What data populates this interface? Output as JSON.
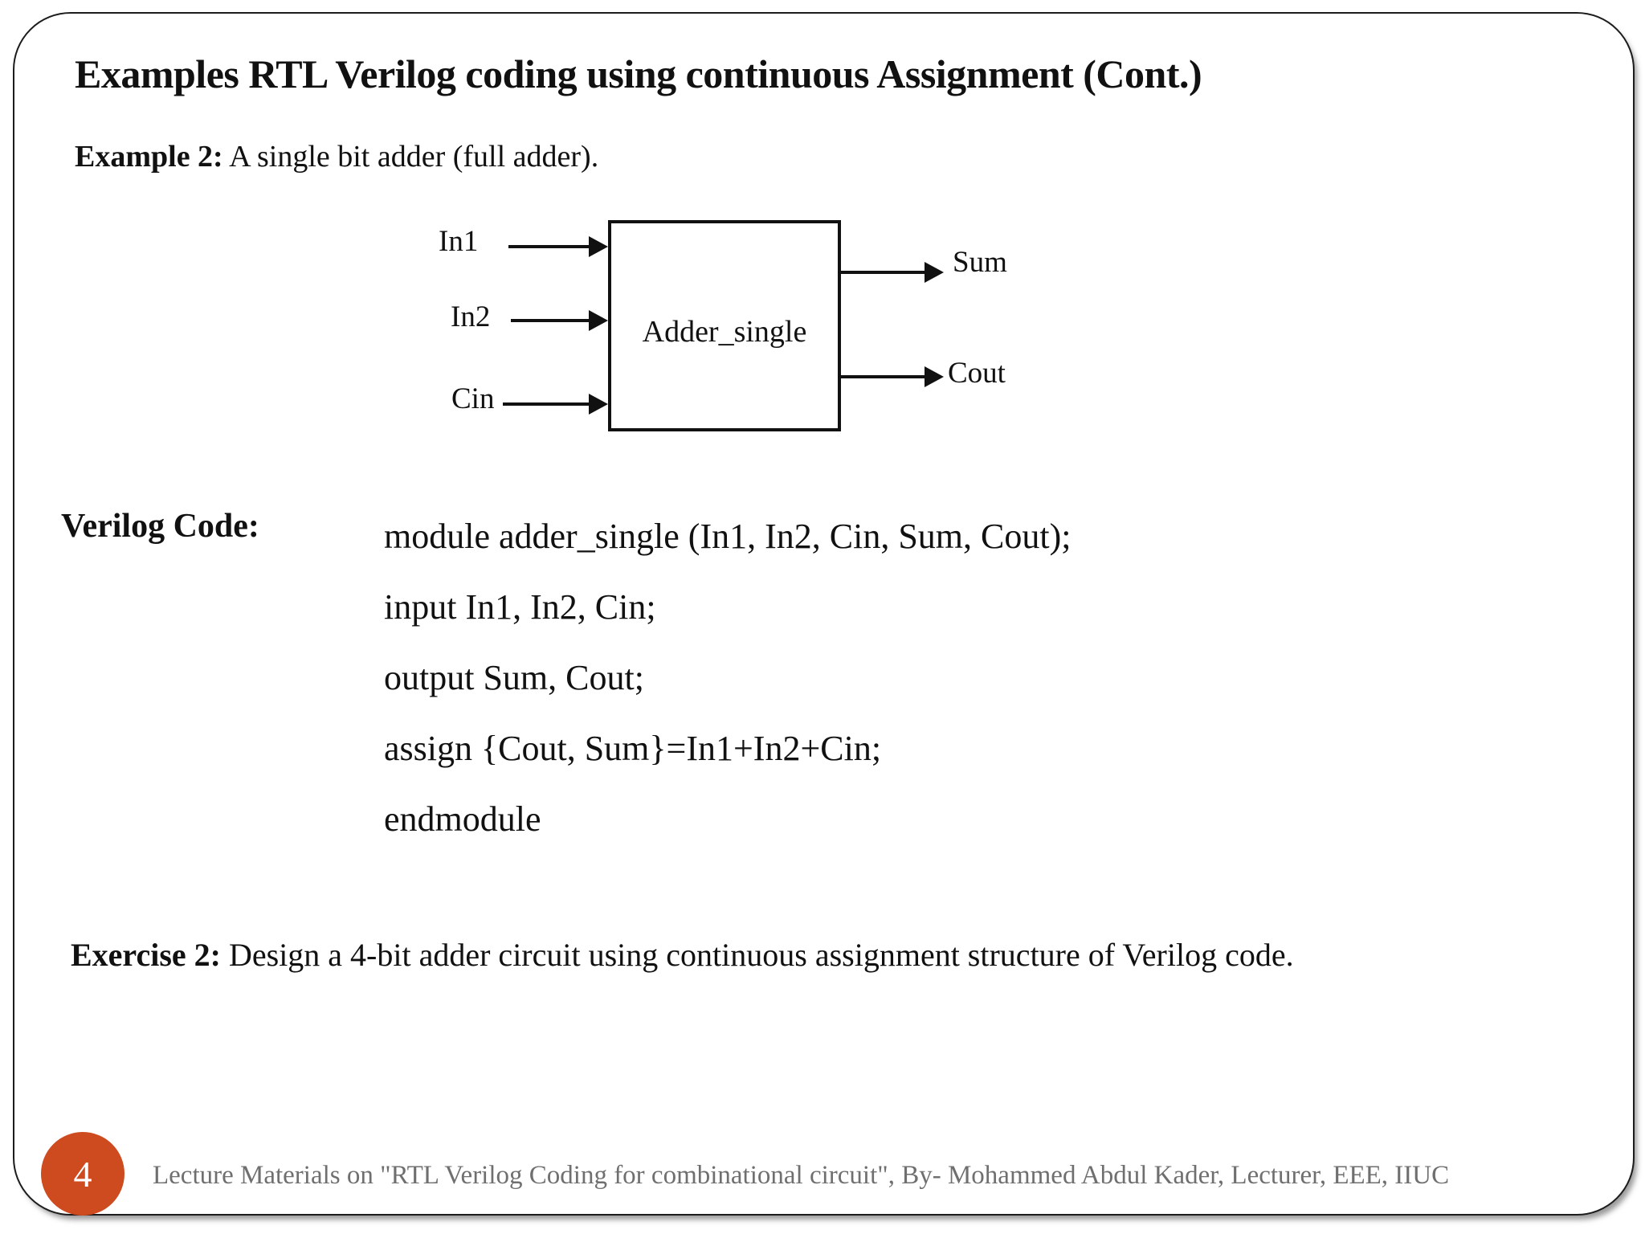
{
  "slide": {
    "title": "Examples RTL Verilog coding using continuous Assignment (Cont.)",
    "example": {
      "label": "Example 2:",
      "text": " A single bit adder (full adder)."
    },
    "diagram": {
      "module_name": "Adder_single",
      "inputs": [
        "In1",
        "In2",
        "Cin"
      ],
      "outputs": [
        "Sum",
        "Cout"
      ]
    },
    "code": {
      "label": "Verilog Code:",
      "lines": [
        "module adder_single (In1, In2, Cin, Sum, Cout);",
        "input In1, In2, Cin;",
        "output Sum, Cout;",
        "assign {Cout, Sum}=In1+In2+Cin;",
        "endmodule"
      ]
    },
    "exercise": {
      "label": "Exercise 2:",
      "text": " Design a 4-bit adder circuit using continuous assignment structure of Verilog code."
    },
    "footer": {
      "page_number": "4",
      "text": "Lecture Materials on \"RTL Verilog Coding for combinational circuit\", By- Mohammed Abdul Kader, Lecturer, EEE, IIUC"
    },
    "colors": {
      "accent": "#CE4A1F",
      "footer_text": "#6F6F6F",
      "line": "#111111"
    }
  }
}
